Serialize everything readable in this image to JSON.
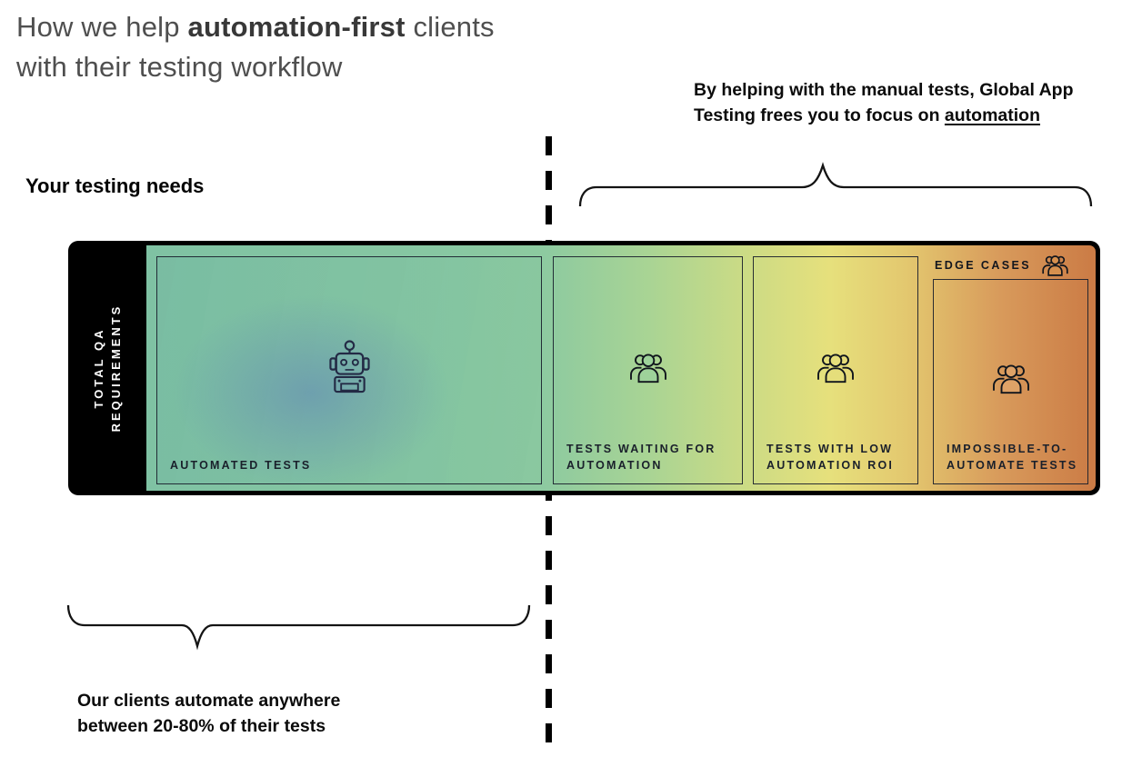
{
  "title": {
    "line1_regular": "How we help ",
    "line1_bold": "automation-first",
    "line1_suffix": " clients",
    "line2": "with their testing workflow"
  },
  "right_note": {
    "line1": "By helping with the manual tests, Global App",
    "line2_prefix": "Testing frees you to focus on ",
    "line2_underlined": "automation"
  },
  "needs_label": "Your testing needs",
  "bar": {
    "side_label": {
      "line1": "TOTAL QA",
      "line2": "REQUIREMENTS"
    },
    "edge_cases": {
      "label": "EDGE CASES",
      "icon": "people-group-icon"
    },
    "sections": [
      {
        "id": "automated-tests",
        "icon": "robot-icon",
        "label_line1": "AUTOMATED TESTS",
        "label_line2": ""
      },
      {
        "id": "tests-waiting",
        "icon": "people-group-icon",
        "label_line1": "TESTS WAITING FOR",
        "label_line2": "AUTOMATION"
      },
      {
        "id": "low-automation-roi",
        "icon": "people-group-icon",
        "label_line1": "TESTS WITH LOW",
        "label_line2": "AUTOMATION ROI"
      },
      {
        "id": "impossible-to-automate",
        "icon": "people-group-icon",
        "label_line1": "IMPOSSIBLE-TO-",
        "label_line2": "AUTOMATE TESTS"
      }
    ]
  },
  "bottom_note": {
    "line1": "Our clients automate anywhere",
    "line2": "between 20-80% of their tests"
  },
  "colors": {
    "band_black": "#000000",
    "gradient_teal_green": "#7fc2a3",
    "gradient_green": "#8dcaa0",
    "gradient_yellow": "#e6e07c",
    "gradient_orange": "#cb7b45",
    "blue_tint": "#5c7cba",
    "icon_navy": "#232a45",
    "icon_black": "#10151c",
    "label_dark": "#1a202b",
    "title_gray": "#4f4f4f"
  }
}
